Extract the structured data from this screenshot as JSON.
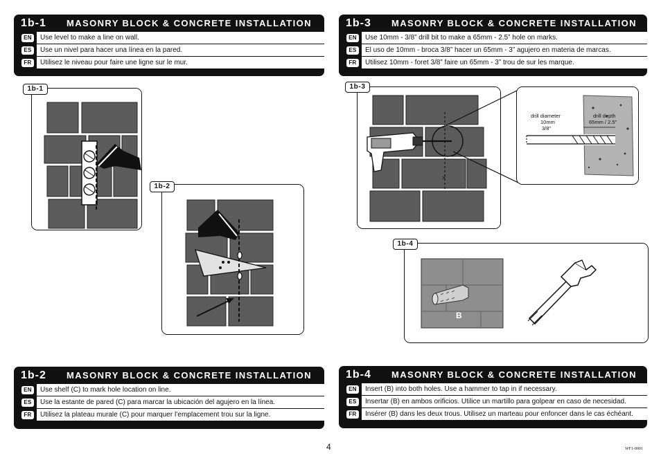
{
  "panels": {
    "p1b1": {
      "step": "1b-1",
      "title": "MASONRY BLOCK & CONCRETE INSTALLATION",
      "rows": [
        {
          "lang": "EN",
          "text": "Use level to make a line on wall."
        },
        {
          "lang": "ES",
          "text": "Use un nivel para hacer una línea en la pared."
        },
        {
          "lang": "FR",
          "text": "Utilisez le niveau pour faire une ligne sur le mur."
        }
      ]
    },
    "p1b3": {
      "step": "1b-3",
      "title": "MASONRY BLOCK & CONCRETE INSTALLATION",
      "rows": [
        {
          "lang": "EN",
          "text": "Use 10mm - 3/8” drill bit to make a 65mm - 2.5” hole on marks."
        },
        {
          "lang": "ES",
          "text": "El uso de 10mm - broca 3/8” hacer un 65mm - 3” agujero en materia de marcas."
        },
        {
          "lang": "FR",
          "text": "Utilisez 10mm - foret 3/8” faire un 65mm - 3” trou de sur les marque."
        }
      ]
    },
    "p1b2": {
      "step": "1b-2",
      "title": "MASONRY BLOCK & CONCRETE INSTALLATION",
      "rows": [
        {
          "lang": "EN",
          "text": "Use shelf (C) to mark hole location on line."
        },
        {
          "lang": "ES",
          "text": "Use la estante de pared (C) para marcar la ubicación del agujero en la línea."
        },
        {
          "lang": "FR",
          "text": "Utilisez la plateau murale (C) pour marquer l’emplacement trou sur la ligne."
        }
      ]
    },
    "p1b4": {
      "step": "1b-4",
      "title": "MASONRY BLOCK & CONCRETE INSTALLATION",
      "rows": [
        {
          "lang": "EN",
          "text": "Insert (B) into both holes.  Use a hammer to tap in if necessary."
        },
        {
          "lang": "ES",
          "text": "Insertar (B) en ambos orificios. Utilice un martillo para golpear en caso de necesidad."
        },
        {
          "lang": "FR",
          "text": "Insérer (B) dans les deux trous. Utilisez un marteau pour enfoncer dans le cas échéant."
        }
      ]
    }
  },
  "figures": {
    "f1b1": {
      "tag": "1b-1"
    },
    "f1b2": {
      "tag": "1b-2"
    },
    "f1b3": {
      "tag": "1b-3",
      "drill_diameter_label": [
        "drill diameter",
        "10mm",
        "3/8\""
      ],
      "drill_depth_label": [
        "drill depth",
        "65mm / 2.5\""
      ]
    },
    "f1b4": {
      "tag": "1b-4",
      "part_label": "B"
    }
  },
  "footer": {
    "page_number": "4",
    "doc_code": "WF1-0001"
  }
}
